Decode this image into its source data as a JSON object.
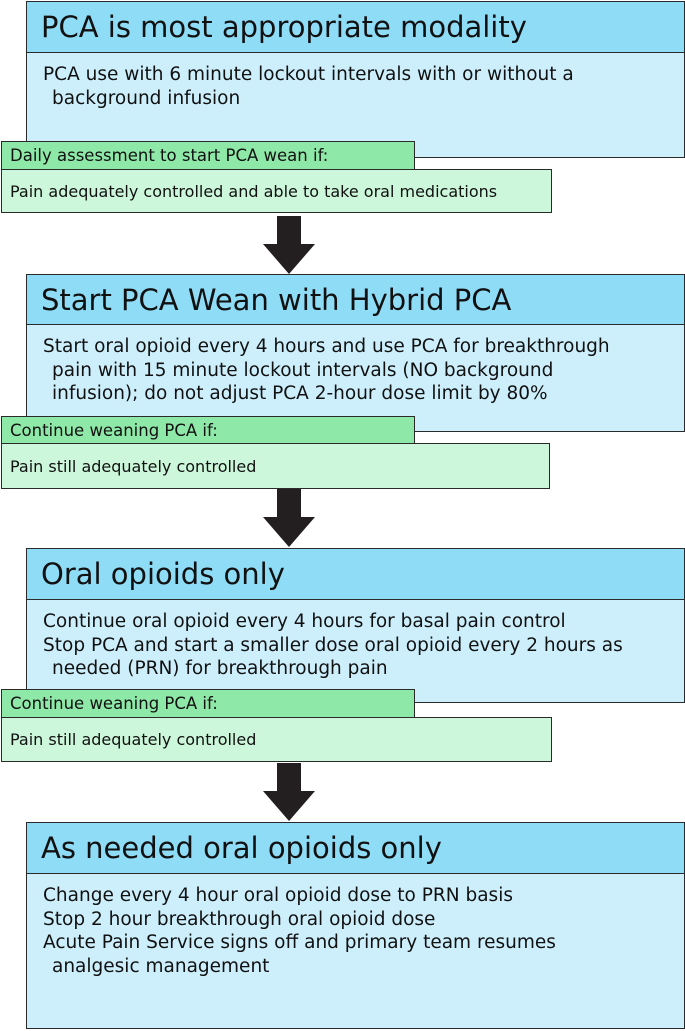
{
  "steps": [
    {
      "title": "PCA is most appropriate modality",
      "lines": [
        "PCA use with 6 minute lockout intervals with or without a",
        "background infusion"
      ]
    },
    {
      "title": "Start PCA Wean with Hybrid PCA",
      "lines": [
        "Start oral opioid every 4 hours and use PCA for breakthrough",
        "pain with 15 minute lockout intervals (NO background",
        "infusion); do not adjust PCA 2-hour dose limit by 80%"
      ]
    },
    {
      "title": "Oral opioids only",
      "lines": [
        "Continue oral opioid every 4 hours for basal pain control",
        "Stop PCA and start a smaller dose oral opioid every 2 hours as",
        "needed (PRN) for breakthrough pain"
      ]
    },
    {
      "title": "As needed oral opioids only",
      "lines": [
        "Change every 4 hour oral opioid dose to PRN basis",
        "Stop 2 hour breakthrough oral opioid dose",
        "Acute Pain Service signs off and primary team resumes",
        "analgesic management"
      ]
    }
  ],
  "criteria": [
    {
      "label": "Daily assessment to start PCA wean if:",
      "condition": "Pain adequately controlled and able to take oral medications"
    },
    {
      "label": "Continue weaning PCA if:",
      "condition": "Pain still adequately controlled"
    },
    {
      "label": "Continue weaning PCA if:",
      "condition": "Pain still adequately controlled"
    }
  ],
  "colors": {
    "header": "#8fdcf7",
    "body": "#cdeffc",
    "criteria_label": "#8ee8a8",
    "criteria_condition": "#ccf7da",
    "arrow": "#231f20"
  }
}
